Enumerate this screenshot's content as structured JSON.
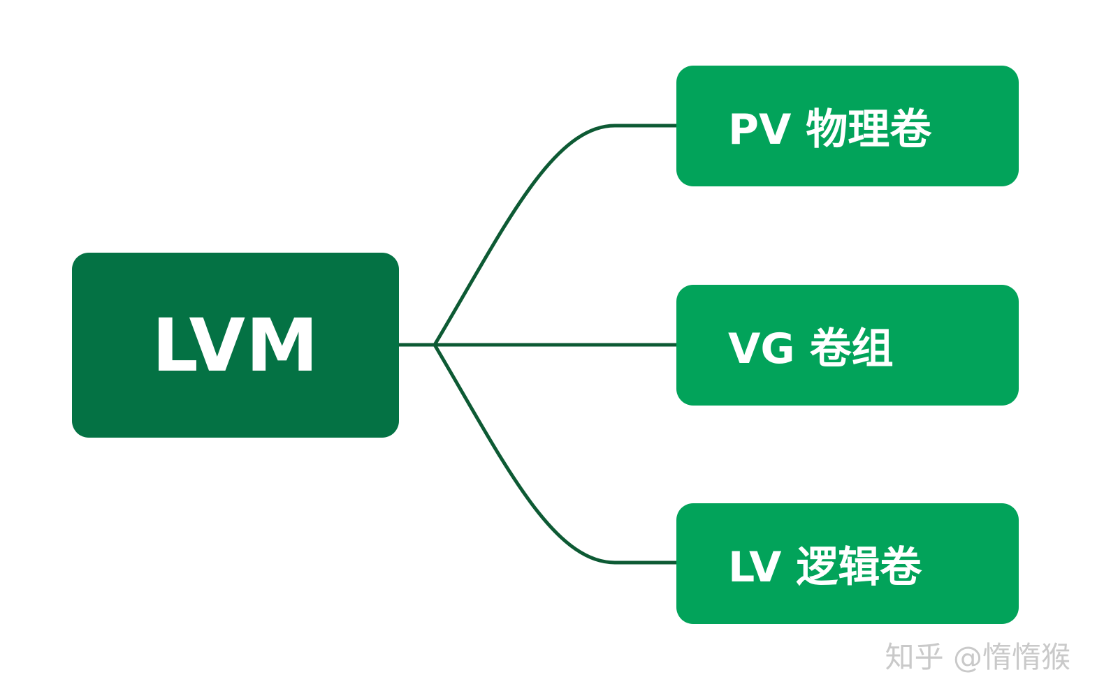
{
  "colors": {
    "root": "#047244",
    "child": "#02a35a",
    "connector": "#0d5a34",
    "background": "#ffffff",
    "watermark": "#c9c9c9"
  },
  "root": {
    "label": "LVM"
  },
  "children": [
    {
      "id": "pv",
      "label": "PV 物理卷"
    },
    {
      "id": "vg",
      "label": "VG 卷组"
    },
    {
      "id": "lv",
      "label": "LV 逻辑卷"
    }
  ],
  "watermark": {
    "text": "知乎 @惰惰猴"
  }
}
